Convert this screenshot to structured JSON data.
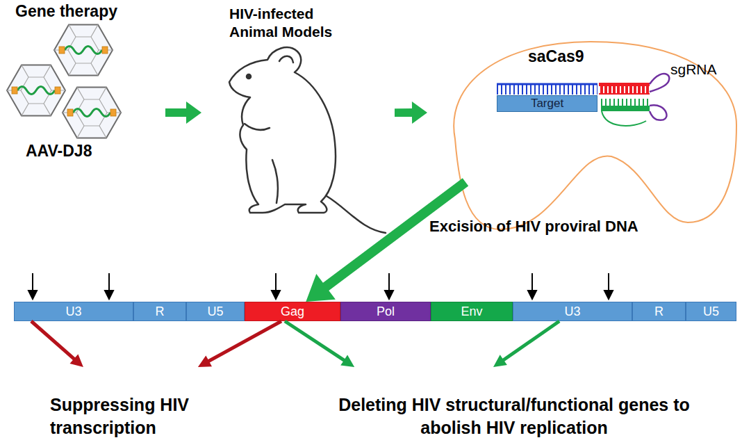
{
  "diagram": {
    "nodes": [
      {
        "text": [
          "Gene therapy",
          "AAV-DJ8"
        ]
      },
      {
        "text": [
          "HIV-infected Animal Models"
        ]
      },
      {
        "text": [
          "saCas9",
          "sgRNA"
        ]
      },
      {
        "text": [
          "Target"
        ],
        "in": 2
      },
      {
        "text": [
          "U3"
        ]
      },
      {
        "text": [
          "R"
        ]
      },
      {
        "text": [
          "U5"
        ]
      },
      {
        "text": [
          "Gag"
        ]
      },
      {
        "text": [
          "Pol"
        ]
      },
      {
        "text": [
          "Env"
        ]
      },
      {
        "text": [
          "U3"
        ]
      },
      {
        "text": [
          "R"
        ]
      },
      {
        "text": [
          "U5"
        ]
      },
      {
        "text": [
          "Suppressing HIV transcription"
        ]
      },
      {
        "text": [
          "Deleting HIV structural/functional genes to abolish HIV replication"
        ]
      }
    ],
    "edges": [
      {
        "from": 0,
        "to": 1,
        "arrow": "to"
      },
      {
        "from": 1,
        "to": 2,
        "arrow": "to"
      },
      {
        "from": 2,
        "to": 7,
        "arrow": "to",
        "label": "Excision of HIV proviral DNA"
      },
      {
        "from": 4,
        "to": 13,
        "arrow": "to"
      },
      {
        "from": 7,
        "to": 13,
        "arrow": "to"
      },
      {
        "from": 7,
        "to": 14,
        "arrow": "to"
      },
      {
        "from": 10,
        "to": 14,
        "arrow": "to"
      }
    ]
  }
}
